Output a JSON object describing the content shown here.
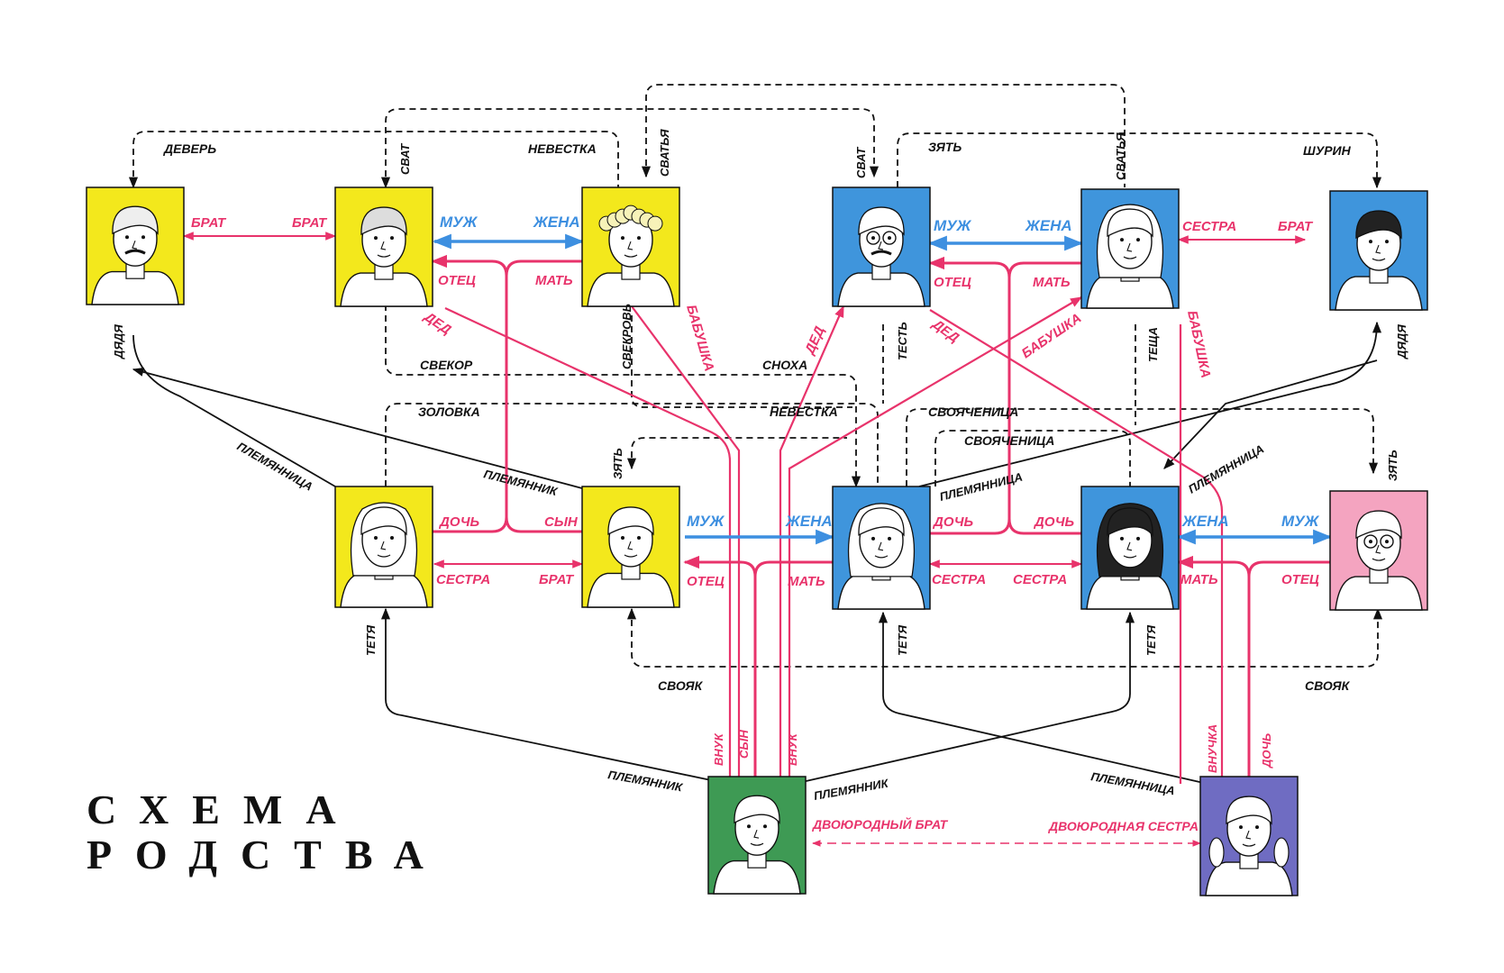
{
  "title": {
    "line1": "СХЕМА",
    "line2": "РОДСТВА"
  },
  "colors": {
    "yellow": "#f3e81c",
    "blue": "#3f95dc",
    "pink": "#f4a4c0",
    "green": "#3e9a54",
    "purple": "#6f6cc2",
    "red_line": "#e8336b",
    "blue_line": "#3d8fe0",
    "black_line": "#111111"
  },
  "people": [
    {
      "id": "uncle-left",
      "bg": "yellow",
      "hair": "#eeeeee",
      "mustache": true
    },
    {
      "id": "grandfather-paternal",
      "bg": "yellow",
      "hair": "#dddddd"
    },
    {
      "id": "grandmother-paternal",
      "bg": "yellow",
      "hair": "#f7f2b8",
      "curly": true
    },
    {
      "id": "grandfather-maternal",
      "bg": "blue",
      "hair": "#ffffff",
      "glasses": true,
      "mustache": true
    },
    {
      "id": "grandmother-maternal",
      "bg": "blue",
      "hair": "#ffffff",
      "long": true
    },
    {
      "id": "uncle-right",
      "bg": "blue",
      "hair": "#222222"
    },
    {
      "id": "aunt-paternal",
      "bg": "yellow",
      "hair": "#ffffff",
      "long": true
    },
    {
      "id": "father",
      "bg": "yellow",
      "hair": "#ffffff"
    },
    {
      "id": "mother",
      "bg": "blue",
      "hair": "#ffffff",
      "long": true
    },
    {
      "id": "aunt-maternal",
      "bg": "blue",
      "hair": "#222222",
      "long": true
    },
    {
      "id": "aunt-husband",
      "bg": "pink",
      "hair": "#ffffff",
      "glasses": true
    },
    {
      "id": "son",
      "bg": "green",
      "hair": "#ffffff"
    },
    {
      "id": "cousin-girl",
      "bg": "purple",
      "hair": "#ffffff",
      "pigtails": true
    }
  ],
  "labels": {
    "brat_1": "БРАТ",
    "brat_2": "БРАТ",
    "muzh_1": "МУЖ",
    "zhena_1": "ЖЕНА",
    "otec_1": "ОТЕЦ",
    "mat_1": "МАТЬ",
    "muzh_2": "МУЖ",
    "zhena_2": "ЖЕНА",
    "otec_2": "ОТЕЦ",
    "mat_2": "МАТЬ",
    "sestra_1": "СЕСТРА",
    "brat_3": "БРАТ",
    "ded_1": "ДЕД",
    "babushka_1": "БАБУШКА",
    "ded_2": "ДЕД",
    "ded_3": "ДЕД",
    "babushka_2": "БАБУШКА",
    "babushka_3": "БАБУШКА",
    "doch_1": "ДОЧЬ",
    "syn_1": "СЫН",
    "sestra_2": "СЕСТРА",
    "brat_4": "БРАТ",
    "muzh_3": "МУЖ",
    "zhena_3": "ЖЕНА",
    "otec_3": "ОТЕЦ",
    "mat_3": "МАТЬ",
    "doch_2": "ДОЧЬ",
    "doch_3": "ДОЧЬ",
    "sestra_3": "СЕСТРА",
    "sestra_4": "СЕСТРА",
    "zhena_4": "ЖЕНА",
    "muzh_4": "МУЖ",
    "mat_4": "МАТЬ",
    "otec_4": "ОТЕЦ",
    "vnuk_1": "ВНУК",
    "syn_2": "СЫН",
    "vnuk_2": "ВНУК",
    "vnuchka": "ВНУЧКА",
    "doch_4": "ДОЧЬ",
    "dvoyurodny_brat": "ДВОЮРОДНЫЙ БРАТ",
    "dvoyurodnaya_sestra": "ДВОЮРОДНАЯ СЕСТРА",
    "dever": "ДЕВЕРЬ",
    "nevestka_1": "НЕВЕСТКА",
    "svat_1": "СВАТ",
    "svatya_1": "СВАТЬЯ",
    "svat_2": "СВАТ",
    "zyat_1": "ЗЯТЬ",
    "svatya_2": "СВАТЬЯ",
    "shurin": "ШУРИН",
    "dyadya_1": "ДЯДЯ",
    "dyadya_2": "ДЯДЯ",
    "svekor": "СВЕКОР",
    "svekrov": "СВЕКРОВЬ",
    "snoha": "СНОХА",
    "test": "ТЕСТЬ",
    "teshcha": "ТЕЩА",
    "zolovka": "ЗОЛОВКА",
    "nevestka_2": "НЕВЕСТКА",
    "svoyachenitsa_1": "СВОЯЧЕНИЦА",
    "svoyachenitsa_2": "СВОЯЧЕНИЦА",
    "plemyannitsa_1": "ПЛЕМЯННИЦА",
    "plemyannik_1": "ПЛЕМЯННИК",
    "plemyannitsa_2": "ПЛЕМЯННИЦА",
    "plemyannitsa_3": "ПЛЕМЯННИЦА",
    "zyat_2": "ЗЯТЬ",
    "zyat_3": "ЗЯТЬ",
    "tetya_1": "ТЕТЯ",
    "tetya_2": "ТЕТЯ",
    "tetya_3": "ТЕТЯ",
    "svoyak_1": "СВОЯК",
    "svoyak_2": "СВОЯК",
    "plemyannik_2": "ПЛЕМЯННИК",
    "plemyannik_3": "ПЛЕМЯННИК",
    "plemyannitsa_4": "ПЛЕМЯННИЦА"
  }
}
